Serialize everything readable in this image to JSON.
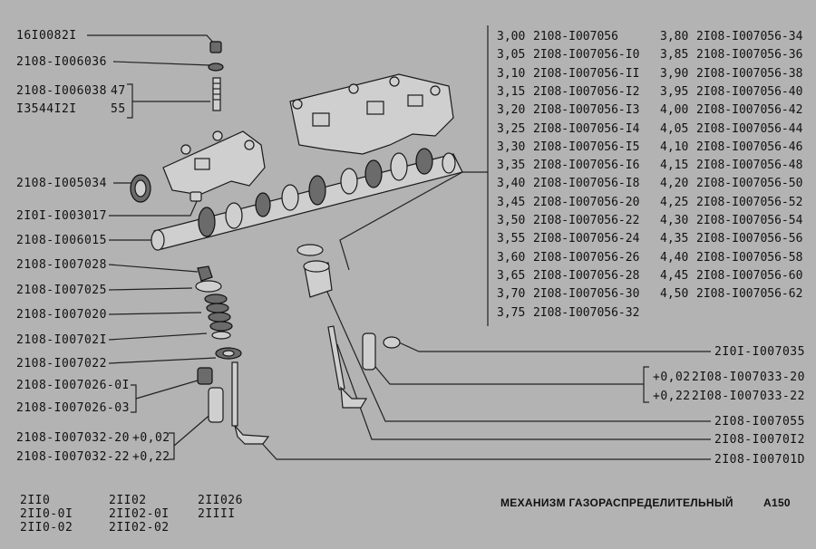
{
  "left_labels": [
    {
      "code": "16I0082I"
    },
    {
      "code": "2108-I006036"
    },
    {
      "code": "2108-I006038",
      "extra": "47"
    },
    {
      "code": "I3544I2I",
      "extra": "55"
    },
    {
      "code": "2108-I005034"
    },
    {
      "code": "2I0I-I003017"
    },
    {
      "code": "2108-I006015"
    },
    {
      "code": "2108-I007028"
    },
    {
      "code": "2108-I007025"
    },
    {
      "code": "2108-I007020"
    },
    {
      "code": "2108-I00702I"
    },
    {
      "code": "2108-I007022"
    },
    {
      "code": "2108-I007026-0I"
    },
    {
      "code": "2108-I007026-03"
    },
    {
      "code": "2108-I007032-20",
      "extra": "+0,02"
    },
    {
      "code": "2108-I007032-22",
      "extra": "+0,22"
    }
  ],
  "shim_table": [
    [
      "3,00",
      "2108-I007056",
      "3,80",
      "2I08-I007056-34"
    ],
    [
      "3,05",
      "2I08-I007056-I0",
      "3,85",
      "2108-I007056-36"
    ],
    [
      "3,10",
      "2I08-I007056-II",
      "3,90",
      "2I08-I007056-38"
    ],
    [
      "3,15",
      "2I08-I007056-I2",
      "3,95",
      "2I08-I007056-40"
    ],
    [
      "3,20",
      "2I08-I007056-I3",
      "4,00",
      "2I08-I007056-42"
    ],
    [
      "3,25",
      "2I08-I007056-I4",
      "4,05",
      "2I08-I007056-44"
    ],
    [
      "3,30",
      "2I08-I007056-I5",
      "4,10",
      "2I08-I007056-46"
    ],
    [
      "3,35",
      "2I08-I007056-I6",
      "4,15",
      "2I08-I007056-48"
    ],
    [
      "3,40",
      "2I08-I007056-I8",
      "4,20",
      "2I08-I007056-50"
    ],
    [
      "3,45",
      "2I08-I007056-20",
      "4,25",
      "2I08-I007056-52"
    ],
    [
      "3,50",
      "2I08-I007056-22",
      "4,30",
      "2I08-I007056-54"
    ],
    [
      "3,55",
      "2I08-I007056-24",
      "4,35",
      "2I08-I007056-56"
    ],
    [
      "3,60",
      "2I08-I007056-26",
      "4,40",
      "2I08-I007056-58"
    ],
    [
      "3,65",
      "2I08-I007056-28",
      "4,45",
      "2I08-I007056-60"
    ],
    [
      "3,70",
      "2I08-I007056-30",
      "4,50",
      "2I08-I007056-62"
    ],
    [
      "3,75",
      "2I08-I007056-32",
      "",
      ""
    ]
  ],
  "right_labels": [
    {
      "code": "2I0I-I007035"
    },
    {
      "size": "+0,02",
      "code": "2I08-I007033-20"
    },
    {
      "size": "+0,22",
      "code": "2I08-I007033-22"
    },
    {
      "code": "2I08-I007055"
    },
    {
      "code": "2I08-I0070I2"
    },
    {
      "code": "2I08-I00701D"
    }
  ],
  "models": {
    "col1": [
      "2II0",
      "2II0-0I",
      "2II0-02"
    ],
    "col2": [
      "2II02",
      "2II02-0I",
      "2II02-02"
    ],
    "col3": [
      "2II026",
      "2IIII"
    ]
  },
  "footer": {
    "title": "МЕХАНИЗМ ГАЗОРАСПРЕДЕЛИТЕЛЬНЫЙ",
    "page": "A150"
  }
}
